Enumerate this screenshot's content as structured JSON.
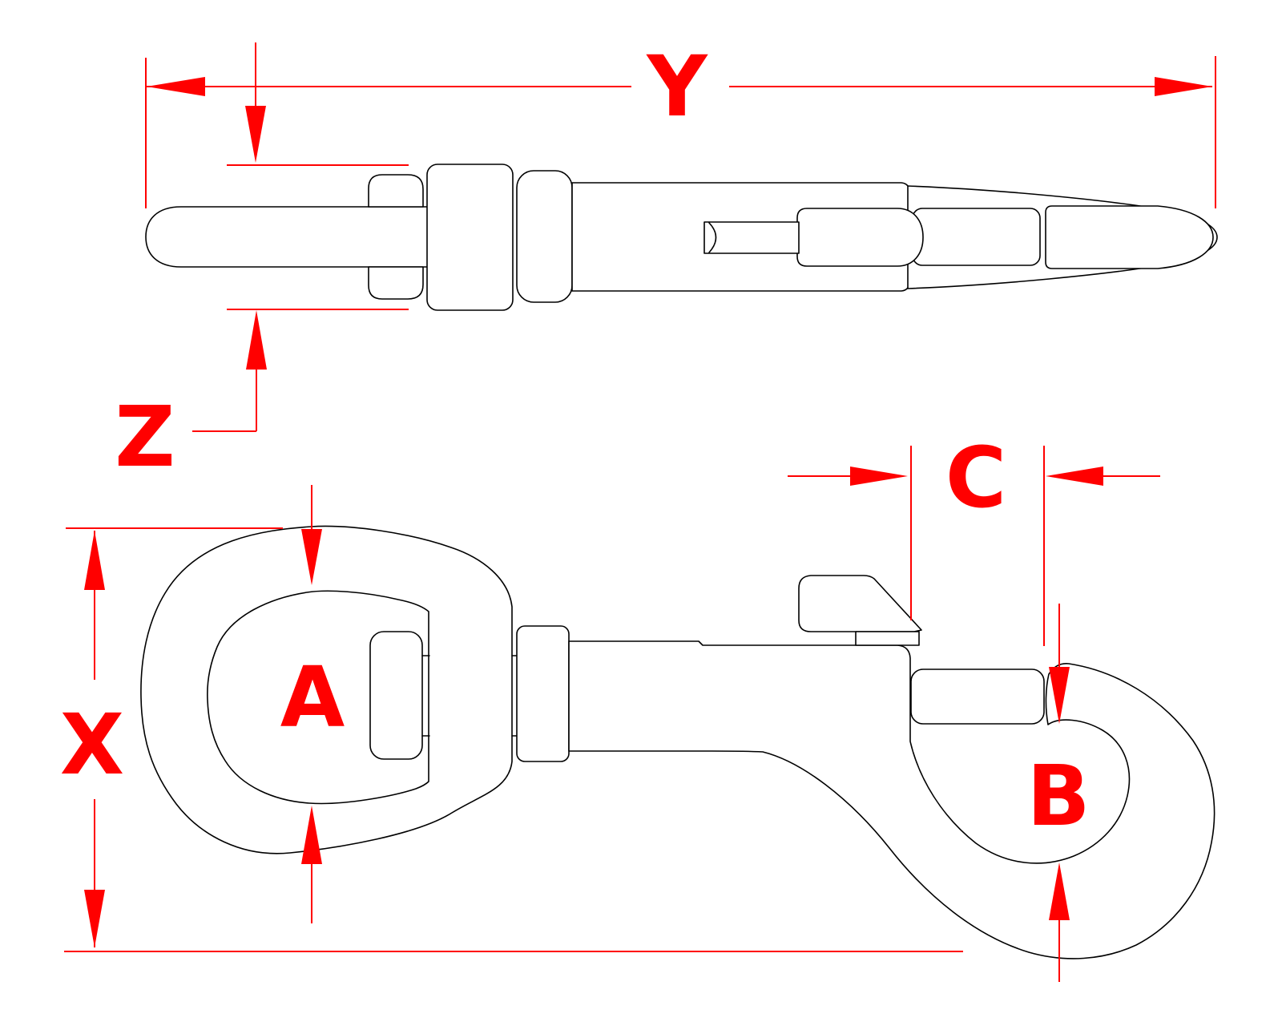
{
  "page": {
    "background_color": "#ffffff",
    "kind": "technical-dimension-drawing"
  },
  "drawing": {
    "outline_color": "#000000",
    "dimension_color": "#ff0000",
    "dimension_labels": {
      "y": "Y",
      "z": "Z",
      "x": "X",
      "a": "A",
      "b": "B",
      "c": "C"
    }
  }
}
